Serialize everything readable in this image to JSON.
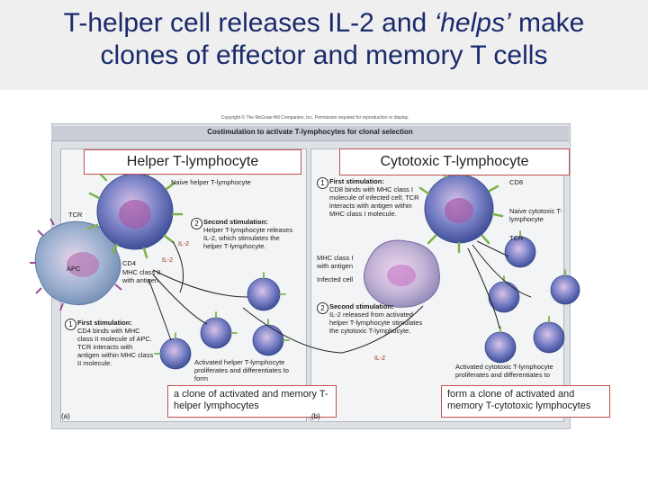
{
  "slide": {
    "title_line1_a": "T-helper cell releases IL-2 and ",
    "title_line1_em": "‘helps’",
    "title_line1_b": " make",
    "title_line2": "clones of effector and memory T cells"
  },
  "figure": {
    "copyright": "Copyright © The McGraw-Hill Companies, Inc. Permission required for reproduction or display.",
    "header": "Costimulation to activate T-lymphocytes for clonal selection",
    "panel_a_letter": "(a)",
    "panel_b_letter": "(b)"
  },
  "left_panel": {
    "title_box": "Helper T-lymphocyte",
    "naive_label": "Naive helper T-lymphocyte",
    "tcr_label": "TCR",
    "apc_label": "APC",
    "cd4_label": "CD4",
    "mhc_label": "MHC class II with antigen",
    "il2_label": "IL-2",
    "il2_label_2": "IL-2",
    "step2_num": "2",
    "step2_title": "Second stimulation:",
    "step2_text": "Helper T-lymphocyte releases IL-2, which stimulates the helper T-lymphocyte.",
    "step1_num": "1",
    "step1_title": "First stimulation:",
    "step1_text": "CD4 binds with MHC class II molecule of APC. TCR interacts with antigen within MHC class II molecule.",
    "activated_label": "Activated helper T-lymphocyte proliferates and differentiates to form",
    "bottom_box": "a clone of activated and memory T-helper lymphocytes"
  },
  "right_panel": {
    "title_box": "Cytotoxic T-lymphocyte",
    "step1_num": "1",
    "step1_title": "First stimulation:",
    "step1_text": "CD8 binds with MHC class I molecule of infected cell; TCR interacts with antigen within MHC class I molecule.",
    "cd8_label": "CD8",
    "naive_label": "Naive cytotoxic T-lymphocyte",
    "tcr_label": "TCR",
    "mhc_label": "MHC class I with antigen",
    "infected_label": "Infected cell",
    "step2_num": "2",
    "step2_title": "Second stimulation:",
    "step2_text": "IL-2 released from activated helper T-lymphocyte stimulates the cytotoxic T-lymphocyte.",
    "il2_label": "IL-2",
    "activated_label": "Activated cytotoxic T-lymphocyte proliferates and differentiates to",
    "bottom_box": "form a clone of activated and memory T-cytotoxic lymphocytes"
  },
  "colors": {
    "title": "#1a2a6c",
    "helper_cell": "#5b6fb5",
    "nucleus": "#8c3f8c",
    "apc": "#9fb3cf",
    "receptor_green": "#7bb34a",
    "label_border": "#c0504d"
  }
}
